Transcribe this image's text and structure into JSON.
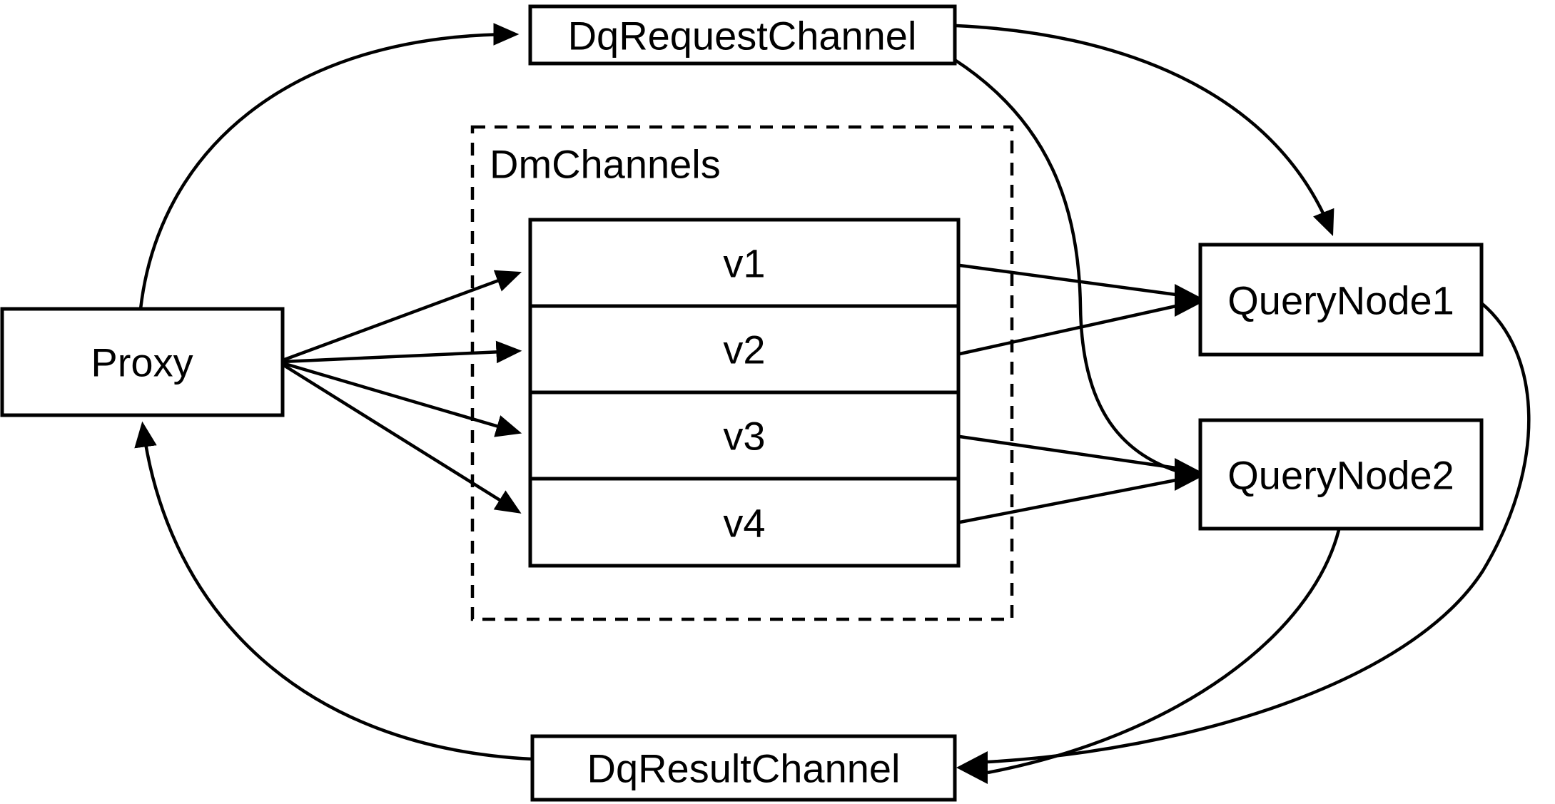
{
  "page": {
    "background_color": "#ffffff",
    "stroke_color": "#000000"
  },
  "diagram": {
    "type": "flow-diagram",
    "nodes": {
      "proxy": {
        "label": "Proxy"
      },
      "dq_request_channel": {
        "label": "DqRequestChannel"
      },
      "dm_channels": {
        "label": "DmChannels",
        "channels": [
          {
            "label": "v1"
          },
          {
            "label": "v2"
          },
          {
            "label": "v3"
          },
          {
            "label": "v4"
          }
        ]
      },
      "query_node_1": {
        "label": "QueryNode1"
      },
      "query_node_2": {
        "label": "QueryNode2"
      },
      "dq_result_channel": {
        "label": "DqResultChannel"
      }
    },
    "edges": [
      {
        "from": "Proxy",
        "to": "DqRequestChannel"
      },
      {
        "from": "Proxy",
        "to": "v1"
      },
      {
        "from": "Proxy",
        "to": "v2"
      },
      {
        "from": "Proxy",
        "to": "v3"
      },
      {
        "from": "Proxy",
        "to": "v4"
      },
      {
        "from": "DqRequestChannel",
        "to": "QueryNode1"
      },
      {
        "from": "DqRequestChannel",
        "to": "QueryNode2"
      },
      {
        "from": "v1",
        "to": "QueryNode1"
      },
      {
        "from": "v2",
        "to": "QueryNode1"
      },
      {
        "from": "v3",
        "to": "QueryNode2"
      },
      {
        "from": "v4",
        "to": "QueryNode2"
      },
      {
        "from": "QueryNode1",
        "to": "DqResultChannel"
      },
      {
        "from": "QueryNode2",
        "to": "DqResultChannel"
      },
      {
        "from": "DqResultChannel",
        "to": "Proxy"
      }
    ]
  }
}
